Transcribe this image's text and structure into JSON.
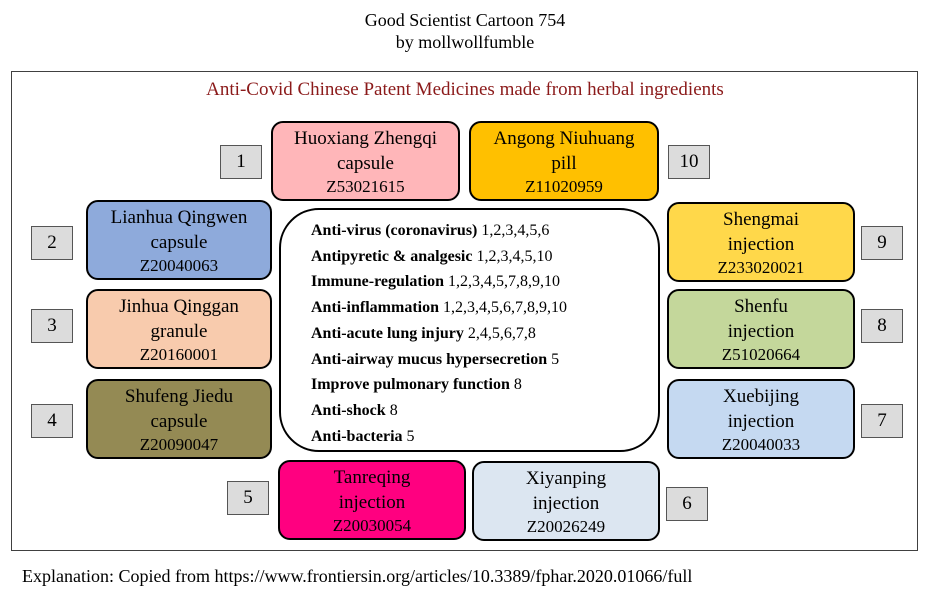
{
  "header": {
    "title_line1": "Good Scientist Cartoon 754",
    "title_line2": "by mollwollfumble"
  },
  "diagram": {
    "heading": "Anti-Covid Chinese Patent Medicines made from herbal ingredients",
    "medicines": [
      {
        "number": "1",
        "name1": "Huoxiang Zhengqi",
        "name2": "capsule",
        "code": "Z53021615",
        "color": "#ffb6b9"
      },
      {
        "number": "2",
        "name1": "Lianhua Qingwen",
        "name2": "capsule",
        "code": "Z20040063",
        "color": "#8eaadb"
      },
      {
        "number": "3",
        "name1": "Jinhua Qinggan",
        "name2": "granule",
        "code": "Z20160001",
        "color": "#f8cbad"
      },
      {
        "number": "4",
        "name1": "Shufeng Jiedu",
        "name2": "capsule",
        "code": "Z20090047",
        "color": "#948a54"
      },
      {
        "number": "5",
        "name1": "Tanreqing",
        "name2": "injection",
        "code": "Z20030054",
        "color": "#ff0080"
      },
      {
        "number": "6",
        "name1": "Xiyanping",
        "name2": "injection",
        "code": "Z20026249",
        "color": "#dce6f1"
      },
      {
        "number": "7",
        "name1": "Xuebijing",
        "name2": "injection",
        "code": "Z20040033",
        "color": "#c5d9f1"
      },
      {
        "number": "8",
        "name1": "Shenfu",
        "name2": "injection",
        "code": "Z51020664",
        "color": "#c4d79b"
      },
      {
        "number": "9",
        "name1": "Shengmai",
        "name2": "injection",
        "code": "Z233020021",
        "color": "#ffd84a"
      },
      {
        "number": "10",
        "name1": "Angong Niuhuang",
        "name2": "pill",
        "code": "Z11020959",
        "color": "#ffc000"
      }
    ],
    "effects": [
      {
        "label": "Anti-virus (coronavirus)",
        "numbers": "1,2,3,4,5,6"
      },
      {
        "label": "Antipyretic & analgesic",
        "numbers": "1,2,3,4,5,10"
      },
      {
        "label": "Immune-regulation",
        "numbers": "1,2,3,4,5,7,8,9,10"
      },
      {
        "label": "Anti-inflammation",
        "numbers": "1,2,3,4,5,6,7,8,9,10"
      },
      {
        "label": "Anti-acute lung injury",
        "numbers": "2,4,5,6,7,8"
      },
      {
        "label": "Anti-airway mucus hypersecretion",
        "numbers": "5"
      },
      {
        "label": "Improve pulmonary function",
        "numbers": "8"
      },
      {
        "label": "Anti-shock",
        "numbers": "8"
      },
      {
        "label": "Anti-bacteria",
        "numbers": "5"
      }
    ]
  },
  "footer": {
    "explanation": "Explanation: Copied from https://www.frontiersin.org/articles/10.3389/fphar.2020.01066/full"
  }
}
